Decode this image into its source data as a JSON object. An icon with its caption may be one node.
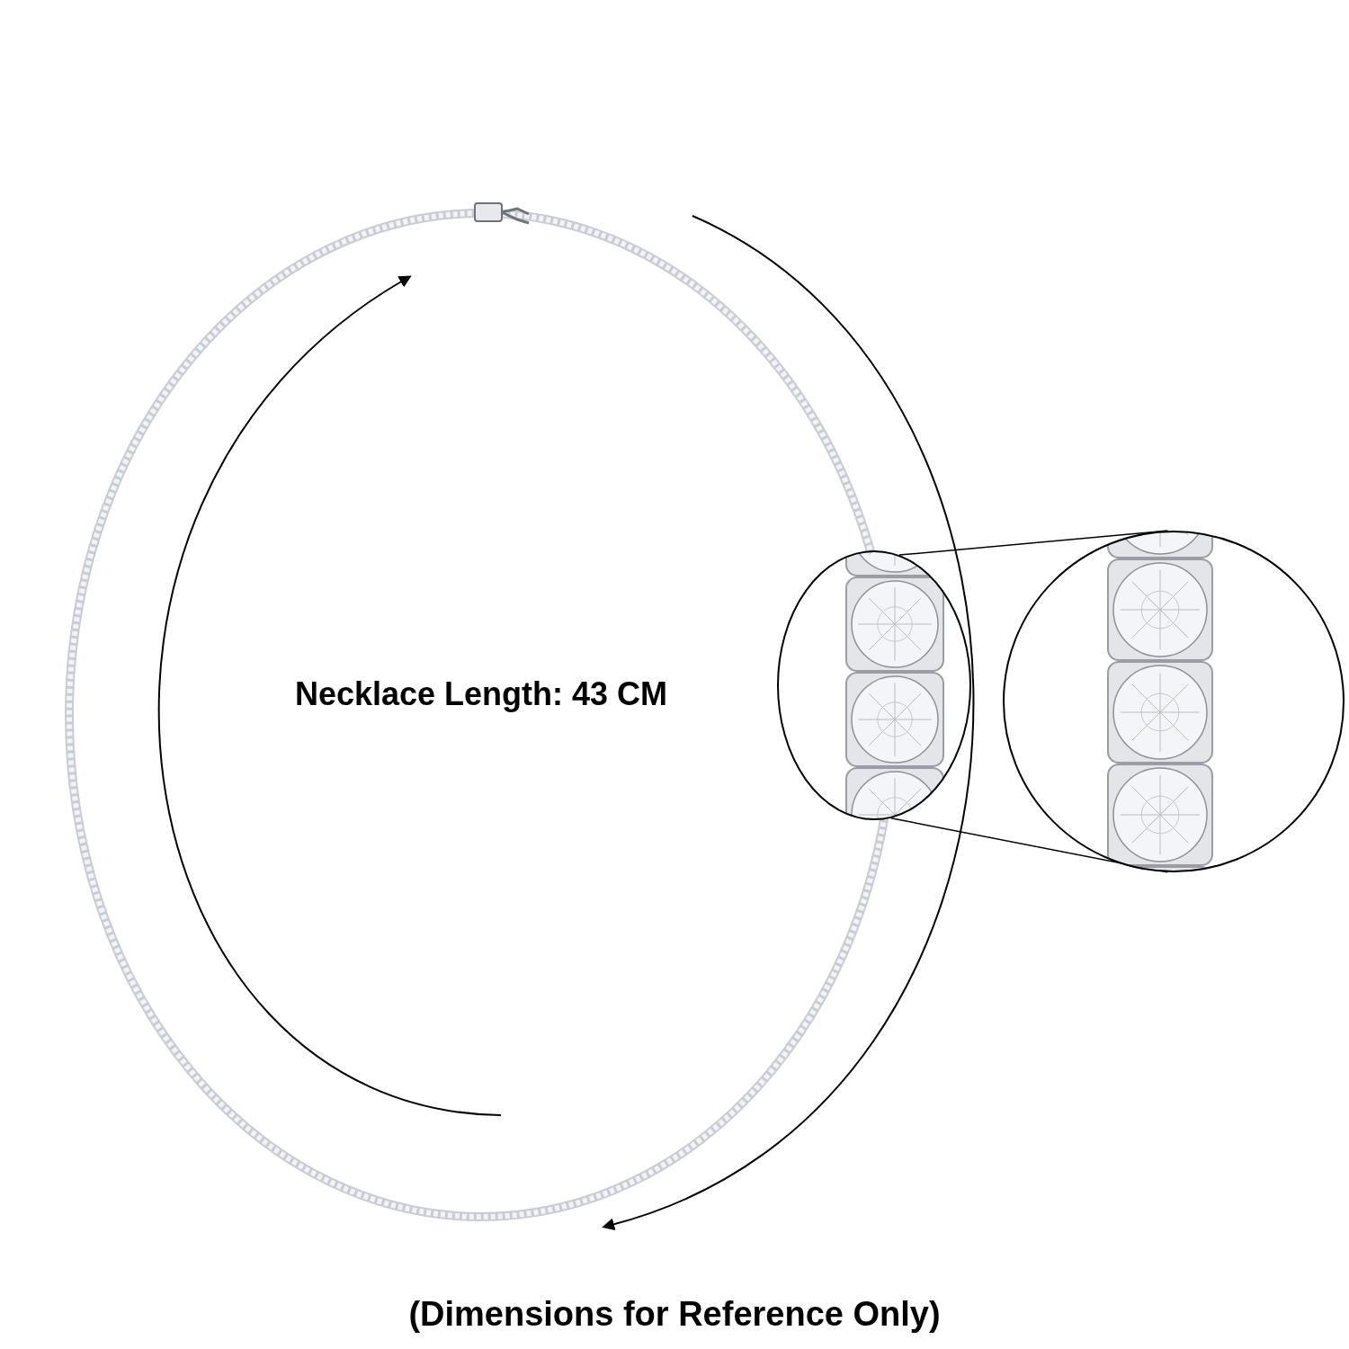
{
  "diagram": {
    "caption": "(Dimensions for Reference Only)",
    "nodes": [
      {
        "text": [],
        "shape": "picture"
      },
      {
        "text": [],
        "shape": "picture"
      }
    ],
    "edges": [
      {
        "from": 0,
        "to": 1,
        "arrow": "none"
      },
      {
        "from": 0,
        "to": 1,
        "arrow": "none"
      }
    ],
    "labels": [
      "Necklace Length: 43 CM"
    ]
  }
}
